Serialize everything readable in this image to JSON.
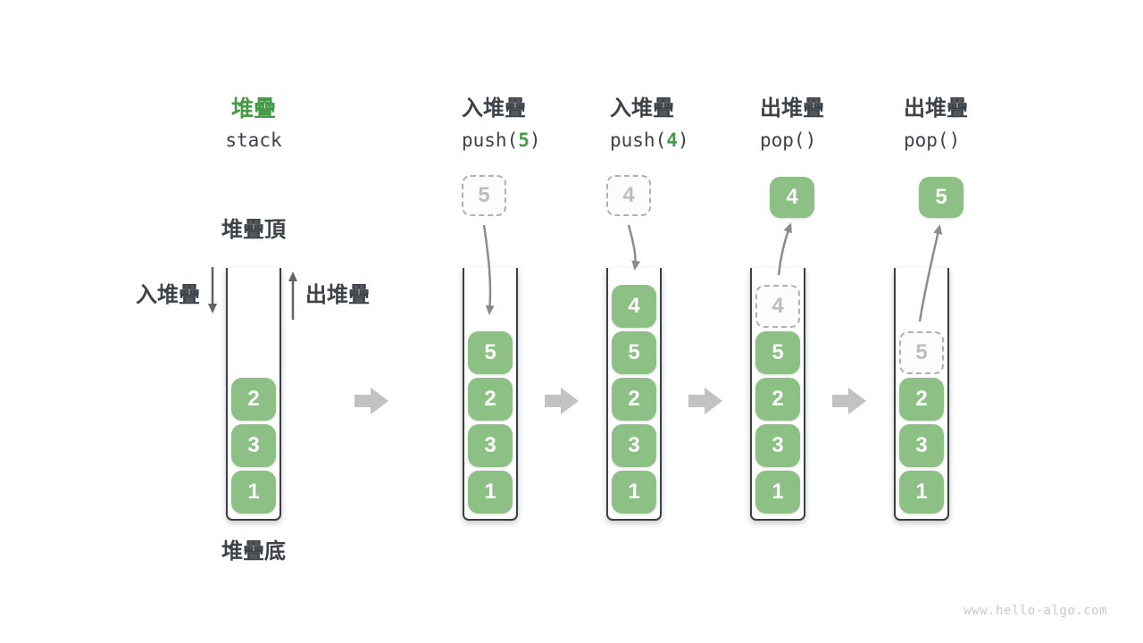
{
  "legend": {
    "title_zh": "堆疊",
    "title_en": "stack",
    "stack_top": "堆疊頂",
    "stack_bottom": "堆疊底",
    "push_label": "入堆疊",
    "pop_label": "出堆疊"
  },
  "stages": [
    {
      "name": "initial",
      "slots": [
        {
          "v": "2"
        },
        {
          "v": "3"
        },
        {
          "v": "1"
        }
      ]
    },
    {
      "name": "push-5",
      "op_zh": "入堆疊",
      "code_pre": "push(",
      "code_arg": "5",
      "code_post": ")",
      "floating": "5",
      "slots": [
        {
          "v": "5"
        },
        {
          "v": "2"
        },
        {
          "v": "3"
        },
        {
          "v": "1"
        }
      ]
    },
    {
      "name": "push-4",
      "op_zh": "入堆疊",
      "code_pre": "push(",
      "code_arg": "4",
      "code_post": ")",
      "floating": "4",
      "slots": [
        {
          "v": "4"
        },
        {
          "v": "5"
        },
        {
          "v": "2"
        },
        {
          "v": "3"
        },
        {
          "v": "1"
        }
      ]
    },
    {
      "name": "pop-4",
      "op_zh": "出堆疊",
      "code_pre": "pop(",
      "code_arg": "",
      "code_post": ")",
      "floating": "4",
      "slots": [
        {
          "v": "4",
          "ghost": true
        },
        {
          "v": "5"
        },
        {
          "v": "2"
        },
        {
          "v": "3"
        },
        {
          "v": "1"
        }
      ]
    },
    {
      "name": "pop-5",
      "op_zh": "出堆疊",
      "code_pre": "pop(",
      "code_arg": "",
      "code_post": ")",
      "floating": "5",
      "slots": [
        {
          "v": "5",
          "ghost": true
        },
        {
          "v": "2"
        },
        {
          "v": "3"
        },
        {
          "v": "1"
        }
      ]
    }
  ],
  "colors": {
    "accent_green": "#469B47",
    "box_green": "#8CC084",
    "text_dark": "#3C4247",
    "wall_dark": "#3A3F44",
    "curve_gray": "#8C8C8C",
    "straight_gray": "#5F6468",
    "block_arrow_gray": "#C2C2C2",
    "ghost_border": "#B0B0B0",
    "ghost_text": "#BDBDBD",
    "watermark_gray": "#C9C9C9"
  },
  "watermark": "www.hello-algo.com"
}
